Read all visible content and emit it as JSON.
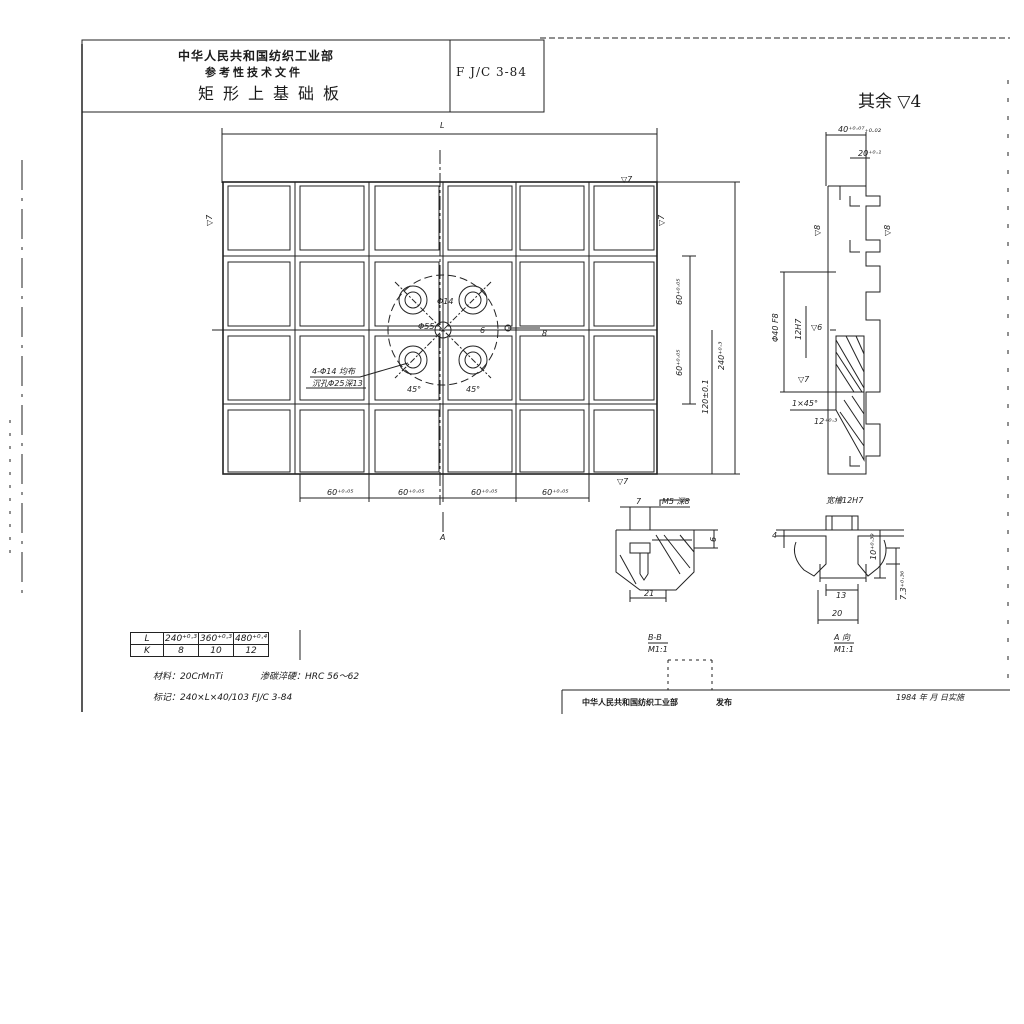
{
  "title_block": {
    "organization": "中华人民共和国纺织工业部",
    "document_type": "参考性技术文件",
    "part_name": "矩形上基础板",
    "code": "F J/C 3-84"
  },
  "roughness_note": "其余 ▽4",
  "dimensions": {
    "overall_width": "L",
    "overall_height": "240⁺⁰·³",
    "row_pitch": "60⁺⁰·⁰⁵",
    "center_offset": "120±0.1",
    "col_pitch": "60⁺⁰·⁰⁵",
    "hole_dia": "Φ14",
    "bolt_circle": "Φ55",
    "angle": "45°",
    "hole_note_1": "4-Φ14 均布",
    "hole_note_2": "沉孔Φ25深13",
    "center_bore": "Φ40 F8",
    "chamfer": "1×45°",
    "slot_width": "12H7",
    "roughness_6": "▽6",
    "roughness_7": "▽7",
    "roughness_8": "▽8",
    "section_A": "A",
    "thickness": "40⁺⁰·⁰⁷₊₀.₀₂",
    "slot_top": "20⁺⁰·¹",
    "slot_depth_12": "12⁺⁰·³",
    "small_dim": "6",
    "bolt_dim_8": "8"
  },
  "detail_bb": {
    "top_dim": "7",
    "thread": "M5 深8",
    "right_dim": "6",
    "bottom_dim": "21",
    "label": "B-B",
    "scale": "M1:1"
  },
  "detail_a": {
    "slot": "宽槽12H7",
    "left_dim": "4",
    "height": "10⁺⁰·³⁹",
    "lower": "7.3⁺⁰·³⁶",
    "width_13": "13",
    "width_20": "20",
    "label": "A 向",
    "scale": "M1:1"
  },
  "size_table": {
    "headers": [
      "L",
      "240⁺⁰·³",
      "360⁺⁰·³",
      "480⁺⁰·⁴"
    ],
    "row_label": "K",
    "values": [
      "8",
      "10",
      "12"
    ]
  },
  "material_note": "材料：20CrMnTi",
  "treatment_note": "渗碳淬硬：HRC 56～62",
  "marking_note": "标记：240×L×40/103   FJ/C 3-84",
  "issuer": "中华人民共和国纺织工业部",
  "issue": "发布",
  "implement": "1984 年    月    日实施"
}
